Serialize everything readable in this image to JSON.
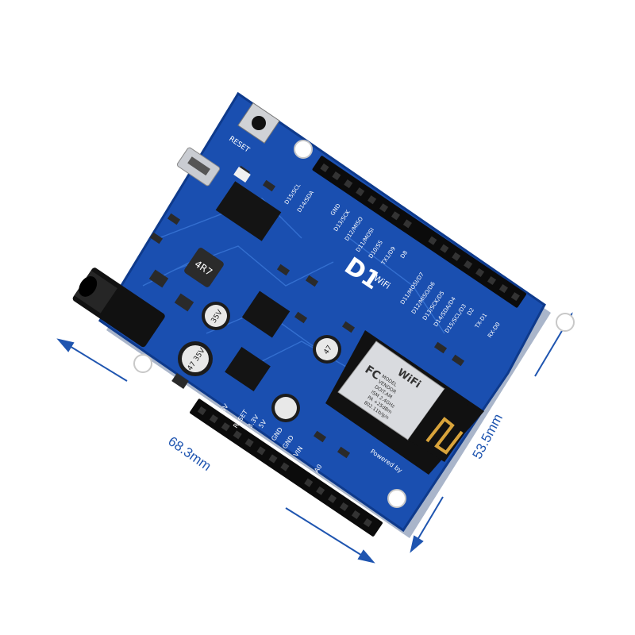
{
  "dimensions": {
    "length": "68.3mm",
    "width": "53.5mm"
  },
  "board": {
    "title": "D1",
    "subtitle": "WiFi",
    "reset_label": "RESET",
    "powered_by": "Powered by",
    "pins_top": [
      "D15/SCL",
      "D14/SDA",
      "GND",
      "D13/SCK",
      "D12/MISO",
      "D11/MOSI",
      "D10/SS",
      "TX1/D9",
      "D8",
      "D11/MOSI/D7",
      "D12/MISO/D6",
      "D13/SCK/D5",
      "D14/SDA/D4",
      "D15/SCL/D3",
      "D2",
      "TX-D1",
      "RX-D0"
    ],
    "pins_bottom": [
      "5V",
      "RESET",
      "3.3V",
      "5V",
      "GND",
      "GND",
      "VIN",
      "A0"
    ],
    "module": {
      "brand": "WiFi",
      "text": [
        "MODEL",
        "VENDOR",
        "DOIT.AM",
        "ISM 2.4GHz",
        "PA +25dBm",
        "802.11b/g/n"
      ],
      "fcc": "FC"
    },
    "components": {
      "inductor": "4R7",
      "cap1": "47 35V",
      "cap2": "35V",
      "cap3": "47"
    },
    "colors": {
      "pcb": "#1a4fb0",
      "pcb_edge": "#0e3a8c",
      "header": "#0b0b0b",
      "trace": "#3b78d8",
      "dim": "#1f55b0"
    }
  }
}
